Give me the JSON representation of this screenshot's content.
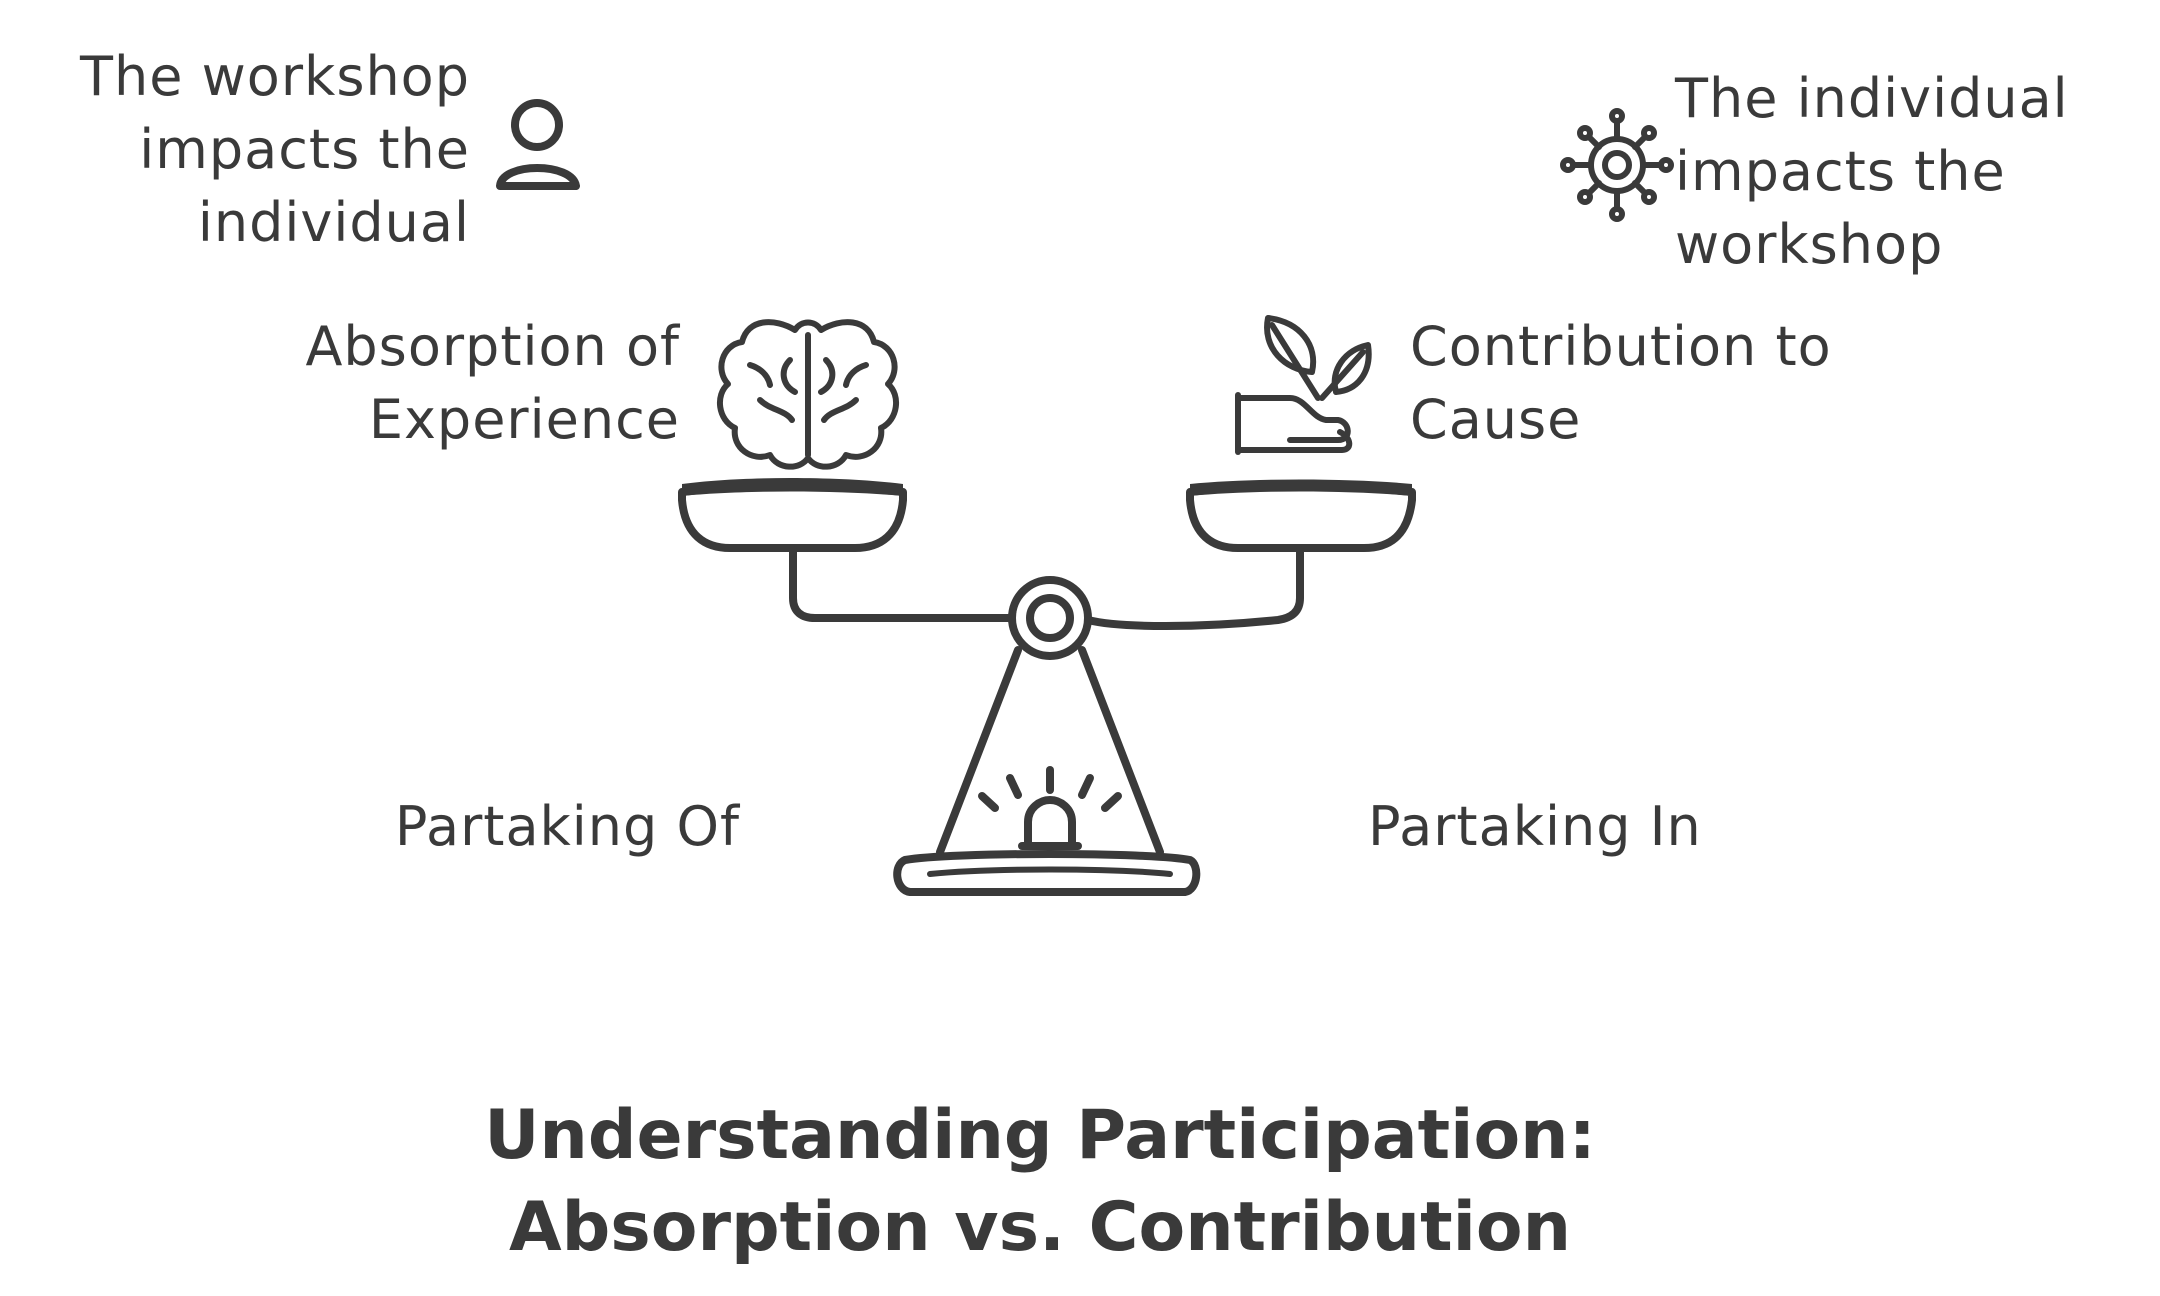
{
  "labels": {
    "workshop_impacts_individual": "The workshop\nimpacts the\nindividual",
    "individual_impacts_workshop": "The individual\nimpacts the\nworkshop",
    "absorption_of_experience": "Absorption of\nExperience",
    "contribution_to_cause": "Contribution to\nCause",
    "partaking_of": "Partaking Of",
    "partaking_in": "Partaking In"
  },
  "title": "Understanding Participation:\nAbsorption vs. Contribution",
  "icons": {
    "top_left": "person-icon",
    "top_right": "network-icon",
    "left_pan": "brain-icon",
    "right_pan": "seedling-hand-icon",
    "center": "balance-scale-icon",
    "base": "alarm-light-icon"
  },
  "colors": {
    "ink": "#3a3a3a",
    "background": "#ffffff"
  }
}
